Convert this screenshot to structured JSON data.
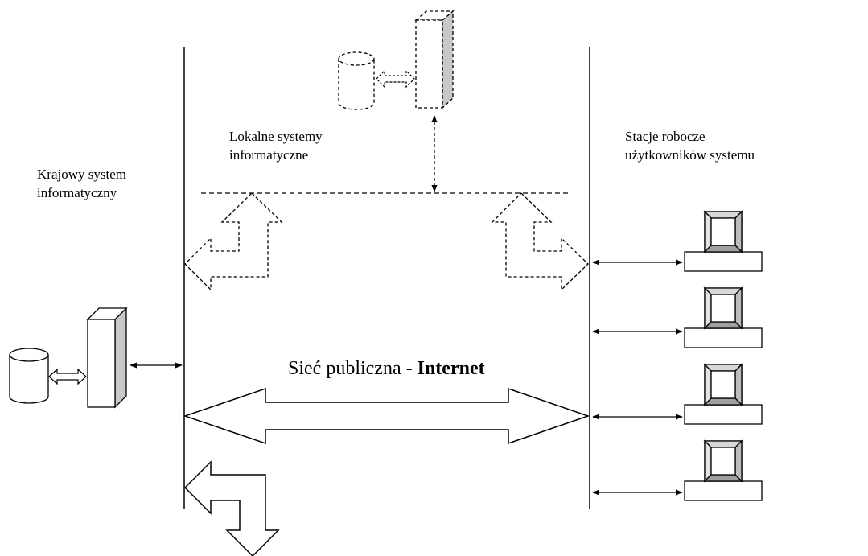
{
  "labels": {
    "national_line1": "Krajowy system",
    "national_line2": "informatyczny",
    "local_line1": "Lokalne systemy",
    "local_line2": "informatyczne",
    "workstations_line1": "Stacje robocze",
    "workstations_line2": "użytkowników systemu",
    "internet_prefix": "Sieć publiczna - ",
    "internet_bold": "Internet"
  },
  "colors": {
    "stroke": "#000000",
    "server_side_fill": "#c8c8c8",
    "background": "#ffffff"
  },
  "icons": [
    "database-icon",
    "server-icon",
    "workstation-icon",
    "double-arrow-icon",
    "bent-arrow-icon"
  ]
}
